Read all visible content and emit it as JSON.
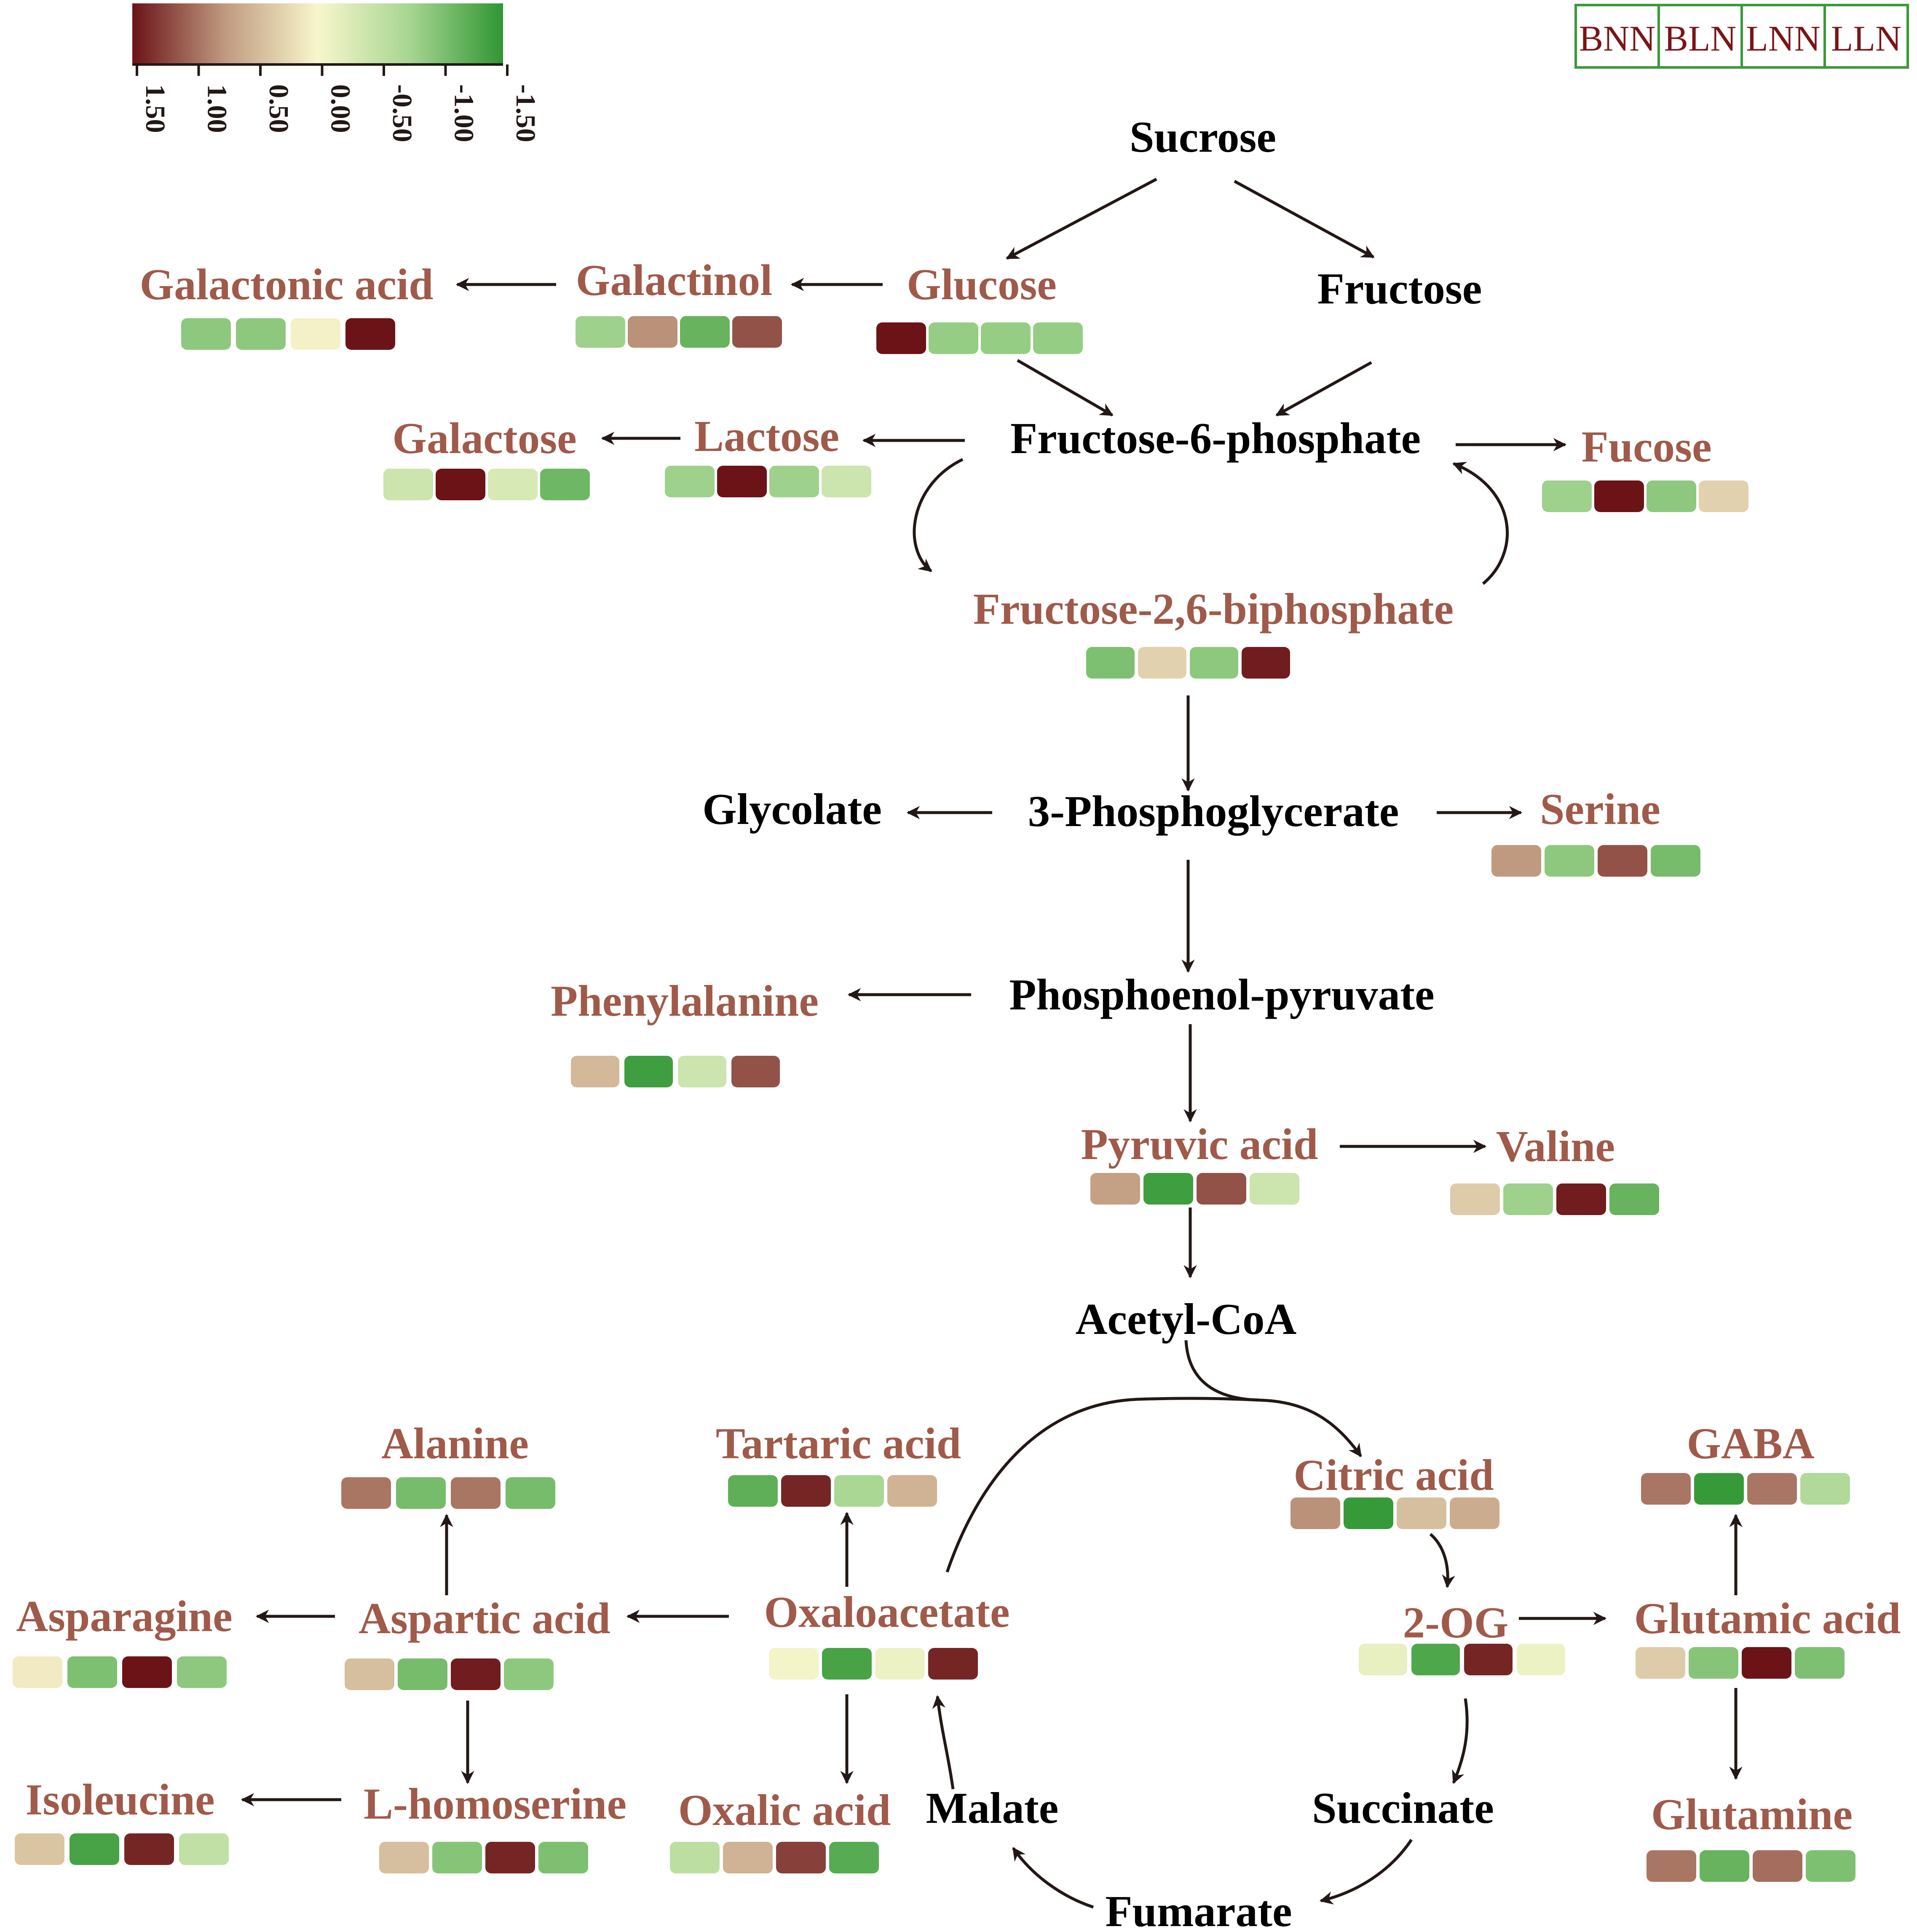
{
  "colorbar": {
    "ticks": [
      "1.50",
      "1.00",
      "0.50",
      "0.00",
      "-0.50",
      "-1.00",
      "-1.50"
    ],
    "stops": [
      "#6b1317",
      "#c09a80",
      "#f8f6cc",
      "#a6d591",
      "#2f9632"
    ]
  },
  "sample_header": [
    "BNN",
    "BLN",
    "LNN",
    "LLN"
  ],
  "colors": {
    "metabolite_measured": "#a05a4a",
    "metabolite_unmeasured": "#000000",
    "arrow": "#231815",
    "header_border": "#3a9a3a",
    "header_text": "#7a1416"
  },
  "nodes": [
    {
      "id": "sucrose",
      "label": "Sucrose",
      "measured": false
    },
    {
      "id": "glucose",
      "label": "Glucose",
      "measured": true,
      "values": [
        1.5,
        -0.85,
        -0.85,
        -0.85
      ]
    },
    {
      "id": "fructose",
      "label": "Fructose",
      "measured": false
    },
    {
      "id": "galactinol",
      "label": "Galactinol",
      "measured": true,
      "values": [
        -0.8,
        0.8,
        -1.15,
        1.15
      ]
    },
    {
      "id": "galactonic",
      "label": "Galactonic acid",
      "measured": true,
      "values": [
        -0.9,
        -0.9,
        0.05,
        1.5
      ]
    },
    {
      "id": "f6p",
      "label": "Fructose-6-phosphate",
      "measured": false
    },
    {
      "id": "lactose",
      "label": "Lactose",
      "measured": true,
      "values": [
        -0.8,
        1.5,
        -0.8,
        -0.4
      ]
    },
    {
      "id": "galactose",
      "label": "Galactose",
      "measured": true,
      "values": [
        -0.4,
        1.5,
        -0.3,
        -1.1
      ]
    },
    {
      "id": "fucose",
      "label": "Fucose",
      "measured": true,
      "values": [
        -0.8,
        1.5,
        -0.9,
        0.3
      ]
    },
    {
      "id": "f26bp",
      "label": "Fructose-2,6-biphosphate",
      "measured": true,
      "values": [
        -1.0,
        0.3,
        -0.9,
        1.45
      ]
    },
    {
      "id": "pga",
      "label": "3-Phosphoglycerate",
      "measured": false
    },
    {
      "id": "glycolate",
      "label": "Glycolate",
      "measured": false
    },
    {
      "id": "serine",
      "label": "Serine",
      "measured": true,
      "values": [
        0.75,
        -0.9,
        1.15,
        -1.05
      ]
    },
    {
      "id": "pep",
      "label": "Phosphoenol-pyruvate",
      "measured": false
    },
    {
      "id": "phenylalanine",
      "label": "Phenylalanine",
      "measured": true,
      "values": [
        0.5,
        -1.4,
        -0.4,
        1.15
      ]
    },
    {
      "id": "pyruvic",
      "label": "Pyruvic acid",
      "measured": true,
      "values": [
        0.7,
        -1.4,
        1.15,
        -0.4
      ]
    },
    {
      "id": "valine",
      "label": "Valine",
      "measured": true,
      "values": [
        0.35,
        -0.8,
        1.45,
        -1.15
      ]
    },
    {
      "id": "acetylcoa",
      "label": "Acetyl-CoA",
      "measured": false
    },
    {
      "id": "citric",
      "label": "Citric acid",
      "measured": true,
      "values": [
        0.8,
        -1.45,
        0.45,
        0.6
      ]
    },
    {
      "id": "og",
      "label": "2-OG",
      "measured": true,
      "values": [
        -0.15,
        -1.3,
        1.4,
        -0.1
      ]
    },
    {
      "id": "glutamic",
      "label": "Glutamic acid",
      "measured": true,
      "values": [
        0.35,
        -0.95,
        1.5,
        -1.0
      ]
    },
    {
      "id": "gaba",
      "label": "GABA",
      "measured": true,
      "values": [
        0.95,
        -1.45,
        0.95,
        -0.65
      ]
    },
    {
      "id": "glutamine",
      "label": "Glutamine",
      "measured": true,
      "values": [
        0.95,
        -1.15,
        1.0,
        -1.0
      ]
    },
    {
      "id": "succinate",
      "label": "Succinate",
      "measured": false
    },
    {
      "id": "fumarate",
      "label": "Fumarate",
      "measured": false
    },
    {
      "id": "malate",
      "label": "Malate",
      "measured": false
    },
    {
      "id": "oxaloacetate",
      "label": "Oxaloacetate",
      "measured": true,
      "values": [
        -0.05,
        -1.35,
        -0.1,
        1.4
      ]
    },
    {
      "id": "tartaric",
      "label": "Tartaric acid",
      "measured": true,
      "values": [
        -1.2,
        1.4,
        -0.7,
        0.55
      ]
    },
    {
      "id": "oxalic",
      "label": "Oxalic acid",
      "measured": true,
      "values": [
        -0.55,
        0.55,
        1.25,
        -1.25
      ]
    },
    {
      "id": "aspartic",
      "label": "Aspartic acid",
      "measured": true,
      "values": [
        0.45,
        -1.05,
        1.45,
        -0.9
      ]
    },
    {
      "id": "alanine",
      "label": "Alanine",
      "measured": true,
      "values": [
        0.95,
        -1.05,
        0.95,
        -1.05
      ]
    },
    {
      "id": "asparagine",
      "label": "Asparagine",
      "measured": true,
      "values": [
        0.1,
        -1.0,
        1.5,
        -0.9
      ]
    },
    {
      "id": "lhomoserine",
      "label": "L-homoserine",
      "measured": true,
      "values": [
        0.45,
        -0.95,
        1.4,
        -1.0
      ]
    },
    {
      "id": "isoleucine",
      "label": "Isoleucine",
      "measured": true,
      "values": [
        0.4,
        -1.35,
        1.4,
        -0.5
      ]
    }
  ],
  "edges": [
    [
      "sucrose",
      "glucose"
    ],
    [
      "sucrose",
      "fructose"
    ],
    [
      "glucose",
      "f6p"
    ],
    [
      "fructose",
      "f6p"
    ],
    [
      "glucose",
      "galactinol"
    ],
    [
      "galactinol",
      "galactonic"
    ],
    [
      "f6p",
      "lactose"
    ],
    [
      "lactose",
      "galactose"
    ],
    [
      "f6p",
      "fucose"
    ],
    [
      "f6p",
      "f26bp"
    ],
    [
      "f26bp",
      "f6p"
    ],
    [
      "f26bp",
      "pga"
    ],
    [
      "pga",
      "glycolate"
    ],
    [
      "pga",
      "serine"
    ],
    [
      "pga",
      "pep"
    ],
    [
      "pep",
      "phenylalanine"
    ],
    [
      "pep",
      "pyruvic"
    ],
    [
      "pyruvic",
      "valine"
    ],
    [
      "pyruvic",
      "acetylcoa"
    ],
    [
      "acetylcoa",
      "citric"
    ],
    [
      "oxaloacetate",
      "citric"
    ],
    [
      "citric",
      "og"
    ],
    [
      "og",
      "glutamic"
    ],
    [
      "glutamic",
      "gaba"
    ],
    [
      "glutamic",
      "glutamine"
    ],
    [
      "og",
      "succinate"
    ],
    [
      "succinate",
      "fumarate"
    ],
    [
      "fumarate",
      "malate"
    ],
    [
      "malate",
      "oxaloacetate"
    ],
    [
      "oxaloacetate",
      "tartaric"
    ],
    [
      "oxaloacetate",
      "oxalic"
    ],
    [
      "oxaloacetate",
      "aspartic"
    ],
    [
      "aspartic",
      "alanine"
    ],
    [
      "aspartic",
      "asparagine"
    ],
    [
      "aspartic",
      "lhomoserine"
    ],
    [
      "lhomoserine",
      "isoleucine"
    ]
  ]
}
